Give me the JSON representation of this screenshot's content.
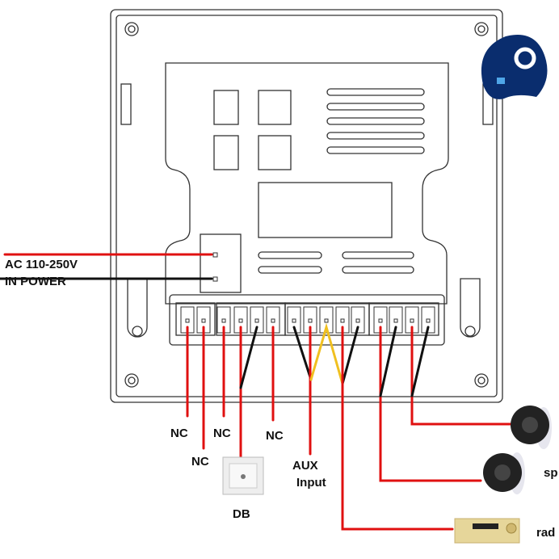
{
  "power": {
    "line1": "AC 110-250V",
    "line2": "IN POWER"
  },
  "terminals": {
    "nc1": "NC",
    "nc2": "NC",
    "nc3": "NC",
    "nc4": "NC",
    "doorbell": "DB",
    "aux_line1": "AUX",
    "aux_line2": "Input",
    "speaker": "sp",
    "radio": "rad"
  },
  "colors": {
    "live": "#e01010",
    "neutral": "#111111",
    "aux": "#f0c020",
    "logo": "#0a2d6e"
  },
  "icons": [
    "logo-icon",
    "doorbell-button-icon",
    "speaker-icon",
    "radio-receiver-icon"
  ]
}
